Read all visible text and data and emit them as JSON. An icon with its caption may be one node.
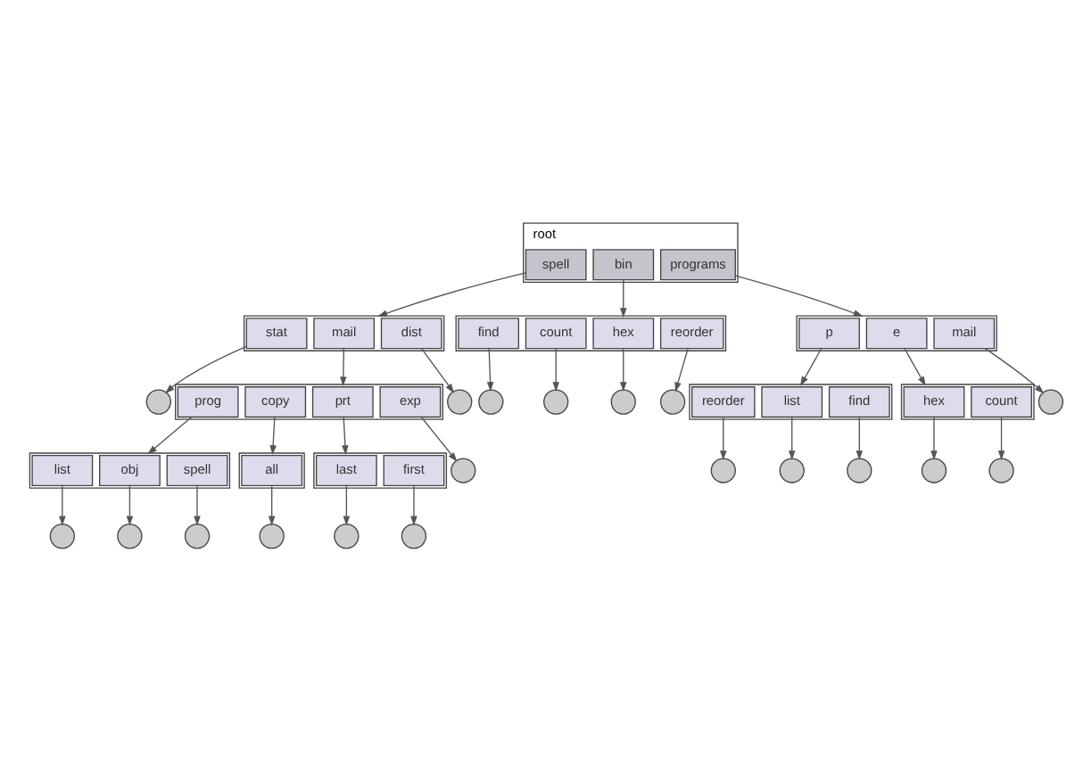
{
  "diagram": {
    "nodes": [
      {
        "text": [
          "root"
        ]
      },
      {
        "text": [
          "spell"
        ],
        "in": 0
      },
      {
        "text": [
          "bin"
        ],
        "in": 0
      },
      {
        "text": [
          "programs"
        ],
        "in": 0
      },
      {
        "text": [],
        "shape": "box"
      },
      {
        "text": [
          "stat"
        ],
        "in": 4
      },
      {
        "text": [
          "mail"
        ],
        "in": 4
      },
      {
        "text": [
          "dist"
        ],
        "in": 4
      },
      {
        "text": [],
        "shape": "box"
      },
      {
        "text": [
          "find"
        ],
        "in": 8
      },
      {
        "text": [
          "count"
        ],
        "in": 8
      },
      {
        "text": [
          "hex"
        ],
        "in": 8
      },
      {
        "text": [
          "reorder"
        ],
        "in": 8
      },
      {
        "text": [],
        "shape": "box"
      },
      {
        "text": [
          "p"
        ],
        "in": 13
      },
      {
        "text": [
          "e"
        ],
        "in": 13
      },
      {
        "text": [
          "mail"
        ],
        "in": 13
      },
      {
        "text": [],
        "shape": "circle"
      },
      {
        "text": [],
        "shape": "circle"
      },
      {
        "text": [],
        "shape": "circle"
      },
      {
        "text": [],
        "shape": "circle"
      },
      {
        "text": [],
        "shape": "circle"
      },
      {
        "text": [],
        "shape": "circle"
      },
      {
        "text": [],
        "shape": "circle"
      },
      {
        "text": [],
        "shape": "box"
      },
      {
        "text": [
          "prog"
        ],
        "in": 24
      },
      {
        "text": [
          "copy"
        ],
        "in": 24
      },
      {
        "text": [
          "prt"
        ],
        "in": 24
      },
      {
        "text": [
          "exp"
        ],
        "in": 24
      },
      {
        "text": [],
        "shape": "box"
      },
      {
        "text": [
          "reorder"
        ],
        "in": 29
      },
      {
        "text": [
          "list"
        ],
        "in": 29
      },
      {
        "text": [
          "find"
        ],
        "in": 29
      },
      {
        "text": [],
        "shape": "box"
      },
      {
        "text": [
          "hex"
        ],
        "in": 33
      },
      {
        "text": [
          "count"
        ],
        "in": 33
      },
      {
        "text": [],
        "shape": "circle"
      },
      {
        "text": [],
        "shape": "circle"
      },
      {
        "text": [],
        "shape": "circle"
      },
      {
        "text": [],
        "shape": "circle"
      },
      {
        "text": [],
        "shape": "circle"
      },
      {
        "text": [],
        "shape": "circle"
      },
      {
        "text": [],
        "shape": "box"
      },
      {
        "text": [
          "list"
        ],
        "in": 42
      },
      {
        "text": [
          "obj"
        ],
        "in": 42
      },
      {
        "text": [
          "spell"
        ],
        "in": 42
      },
      {
        "text": [],
        "shape": "box"
      },
      {
        "text": [
          "all"
        ],
        "in": 46
      },
      {
        "text": [],
        "shape": "box"
      },
      {
        "text": [
          "last"
        ],
        "in": 48
      },
      {
        "text": [
          "first"
        ],
        "in": 48
      },
      {
        "text": [],
        "shape": "circle"
      },
      {
        "text": [],
        "shape": "circle"
      },
      {
        "text": [],
        "shape": "circle"
      },
      {
        "text": [],
        "shape": "circle"
      },
      {
        "text": [],
        "shape": "circle"
      },
      {
        "text": [],
        "shape": "circle"
      }
    ],
    "edges": [
      {
        "from": 1,
        "to": 4,
        "arrow": "to"
      },
      {
        "from": 2,
        "to": 8,
        "arrow": "to"
      },
      {
        "from": 3,
        "to": 13,
        "arrow": "to"
      },
      {
        "from": 5,
        "to": 17,
        "arrow": "to"
      },
      {
        "from": 6,
        "to": 24,
        "arrow": "to"
      },
      {
        "from": 7,
        "to": 18,
        "arrow": "to"
      },
      {
        "from": 9,
        "to": 19,
        "arrow": "to"
      },
      {
        "from": 10,
        "to": 20,
        "arrow": "to"
      },
      {
        "from": 11,
        "to": 21,
        "arrow": "to"
      },
      {
        "from": 12,
        "to": 22,
        "arrow": "to"
      },
      {
        "from": 14,
        "to": 29,
        "arrow": "to"
      },
      {
        "from": 15,
        "to": 33,
        "arrow": "to"
      },
      {
        "from": 16,
        "to": 23,
        "arrow": "to"
      },
      {
        "from": 28,
        "to": 36,
        "arrow": "to"
      },
      {
        "from": 30,
        "to": 37,
        "arrow": "to"
      },
      {
        "from": 31,
        "to": 38,
        "arrow": "to"
      },
      {
        "from": 32,
        "to": 39,
        "arrow": "to"
      },
      {
        "from": 34,
        "to": 40,
        "arrow": "to"
      },
      {
        "from": 35,
        "to": 41,
        "arrow": "to"
      },
      {
        "from": 25,
        "to": 42,
        "arrow": "to"
      },
      {
        "from": 26,
        "to": 46,
        "arrow": "to"
      },
      {
        "from": 27,
        "to": 48,
        "arrow": "to"
      },
      {
        "from": 43,
        "to": 51,
        "arrow": "to"
      },
      {
        "from": 44,
        "to": 52,
        "arrow": "to"
      },
      {
        "from": 45,
        "to": 53,
        "arrow": "to"
      },
      {
        "from": 47,
        "to": 54,
        "arrow": "to"
      },
      {
        "from": 49,
        "to": 55,
        "arrow": "to"
      },
      {
        "from": 50,
        "to": 56,
        "arrow": "to"
      }
    ]
  }
}
